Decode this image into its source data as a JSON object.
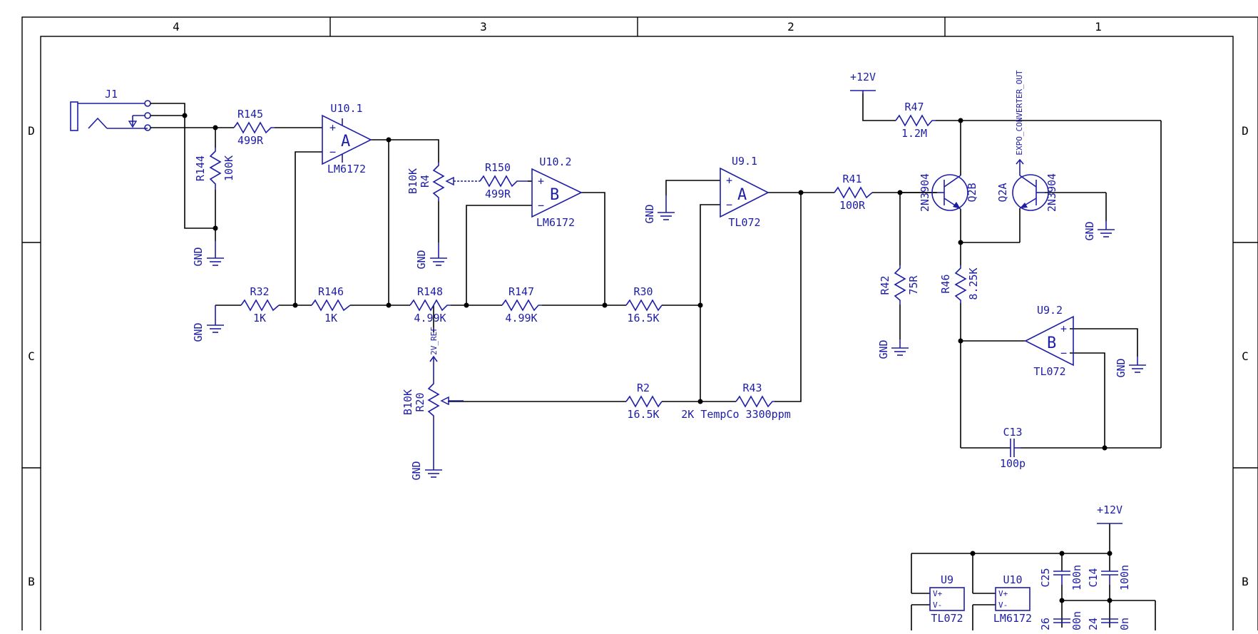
{
  "frame": {
    "columns": [
      "4",
      "3",
      "2",
      "1"
    ],
    "rows": [
      "D",
      "C",
      "B"
    ]
  },
  "components": {
    "J1": {
      "ref": "J1"
    },
    "R145": {
      "ref": "R145",
      "value": "499R"
    },
    "R144": {
      "ref": "R144",
      "value": "100K"
    },
    "U10_1": {
      "ref": "U10.1",
      "unit": "A",
      "part": "LM6172"
    },
    "R4": {
      "ref": "R4",
      "value": "B10K"
    },
    "R150": {
      "ref": "R150",
      "value": "499R"
    },
    "U10_2": {
      "ref": "U10.2",
      "unit": "B",
      "part": "LM6172"
    },
    "U9_1": {
      "ref": "U9.1",
      "unit": "A",
      "part": "TL072"
    },
    "R41": {
      "ref": "R41",
      "value": "100R"
    },
    "R47": {
      "ref": "R47",
      "value": "1.2M"
    },
    "Q2B": {
      "ref": "Q2B",
      "part": "2N3904"
    },
    "Q2A": {
      "ref": "Q2A",
      "part": "2N3904"
    },
    "R42": {
      "ref": "R42",
      "value": "75R"
    },
    "R46": {
      "ref": "R46",
      "value": "8.25K"
    },
    "U9_2": {
      "ref": "U9.2",
      "unit": "B",
      "part": "TL072"
    },
    "C13": {
      "ref": "C13",
      "value": "100p"
    },
    "R32": {
      "ref": "R32",
      "value": "1K"
    },
    "R146": {
      "ref": "R146",
      "value": "1K"
    },
    "R148": {
      "ref": "R148",
      "value": "4.99K"
    },
    "R147": {
      "ref": "R147",
      "value": "4.99K"
    },
    "R30": {
      "ref": "R30",
      "value": "16.5K"
    },
    "R20": {
      "ref": "R20",
      "value": "B10K"
    },
    "R2": {
      "ref": "R2",
      "value": "16.5K"
    },
    "R43": {
      "ref": "R43",
      "value": "2K TempCo 3300ppm"
    },
    "U9": {
      "ref": "U9",
      "part": "TL072"
    },
    "U10": {
      "ref": "U10",
      "part": "LM6172"
    },
    "C25": {
      "ref": "C25",
      "value": "100n"
    },
    "C14": {
      "ref": "C14",
      "value": "100n"
    },
    "C26": {
      "ref": "26",
      "value": "00n"
    },
    "C24": {
      "ref": "24",
      "value": "0n"
    }
  },
  "nets": {
    "gnd": "GND",
    "vplus": "+12V",
    "ref2v": "2V_REF",
    "expo": "EXPO_CONVERTER_OUT"
  },
  "pins": {
    "plus": "+",
    "minus": "−",
    "vpos": "V+",
    "vneg": "V-"
  }
}
